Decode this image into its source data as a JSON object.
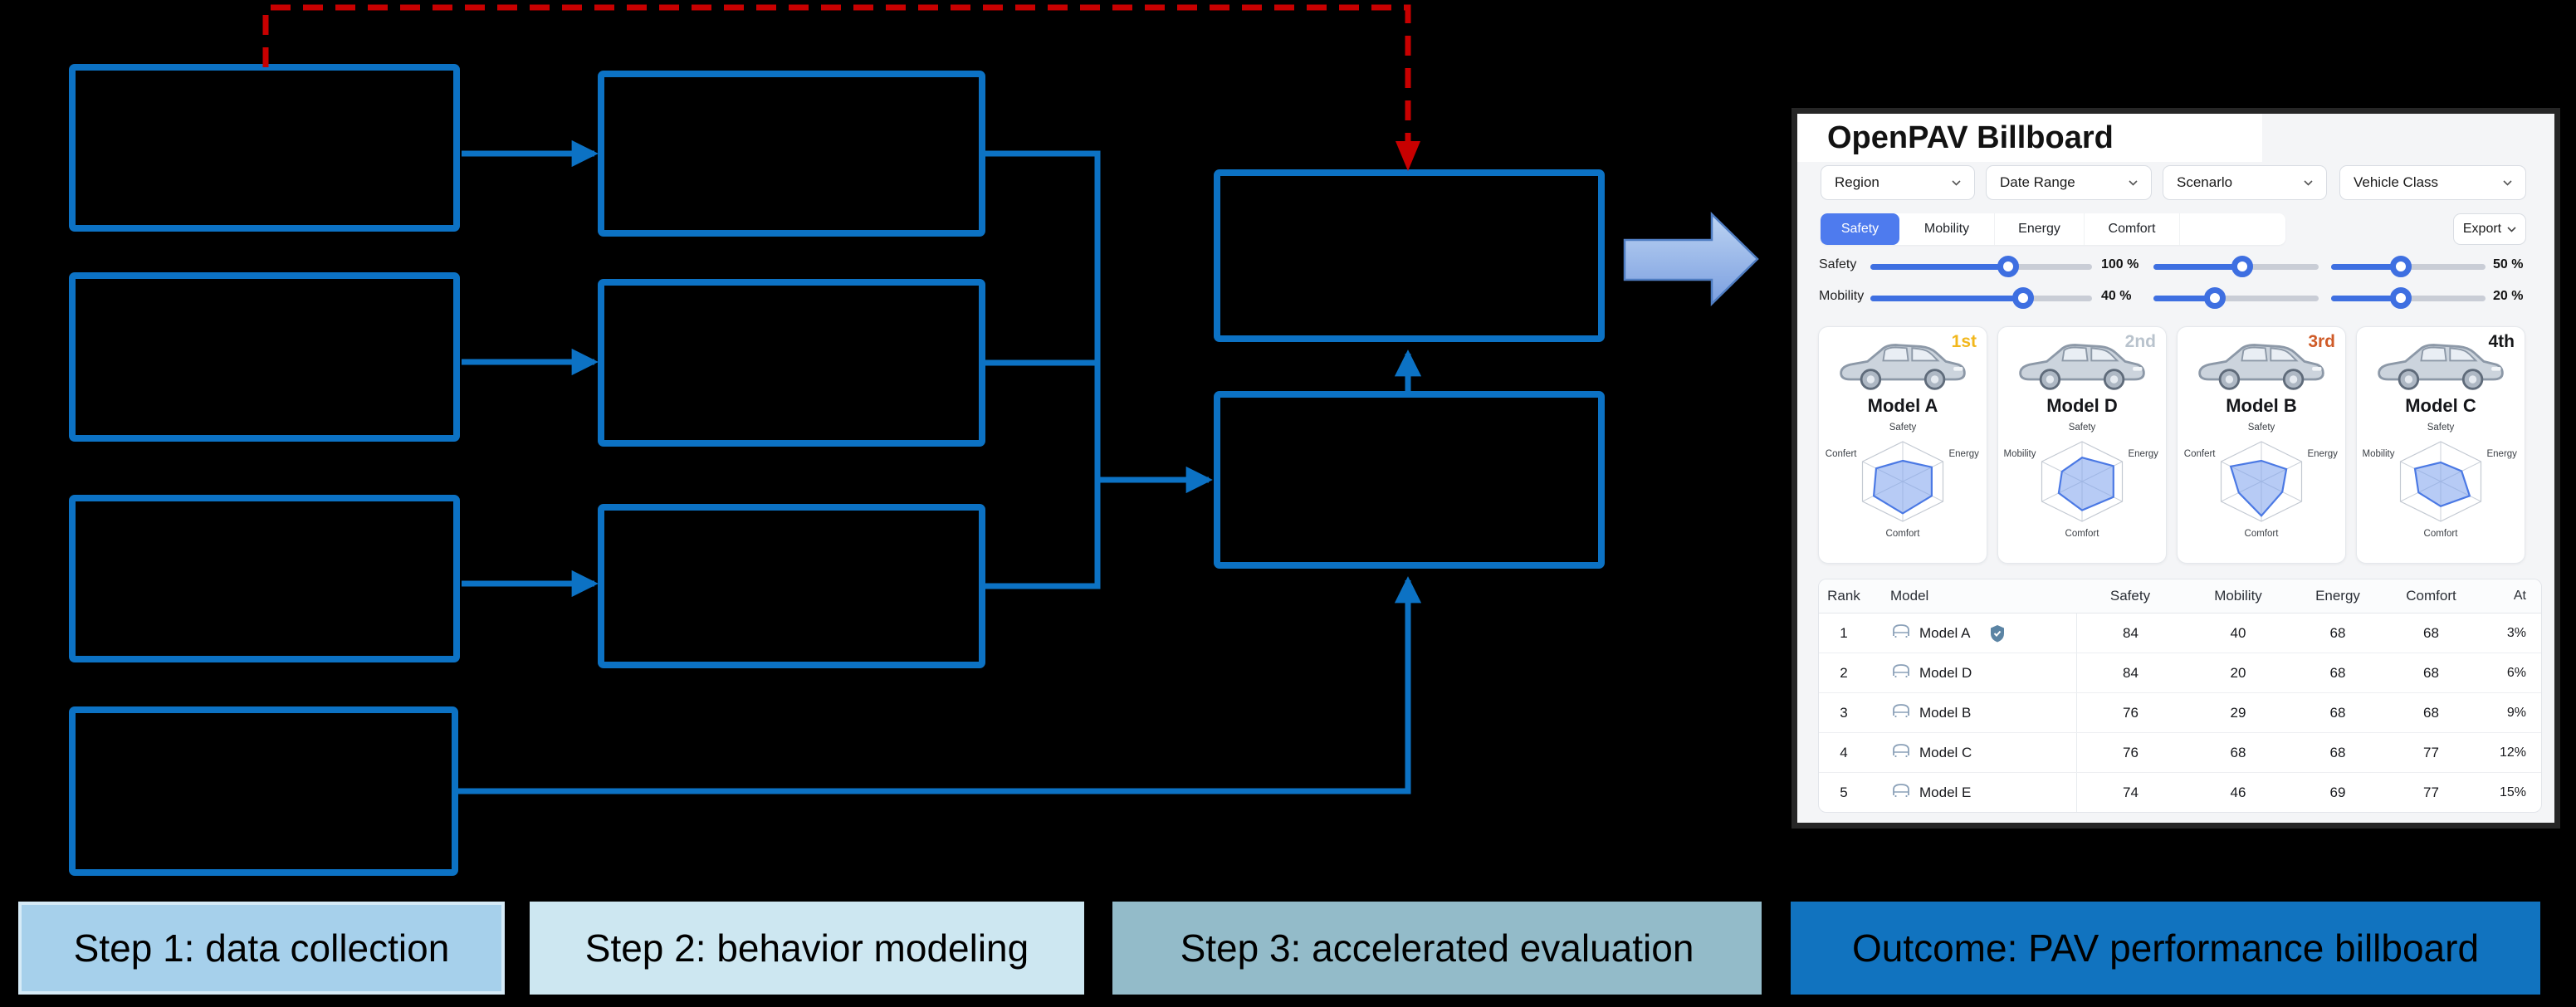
{
  "steps": [
    {
      "label": "Step 1: data collection",
      "bg": "#a6d0eb",
      "border": "#d6ebf7"
    },
    {
      "label": "Step 2: behavior modeling",
      "bg": "#cde7f1",
      "border": "#cde7f1"
    },
    {
      "label": "Step 3: accelerated evaluation",
      "bg": "#93bbc9",
      "border": "#93bbc9"
    },
    {
      "label": "Outcome: PAV performance billboard",
      "bg": "#1173bf",
      "border": "#1173bf"
    }
  ],
  "flow_colors": {
    "box_blue": "#0c72c4",
    "feedback_red": "#c80000",
    "block_arrow_fill_top": "#bcd3f2",
    "block_arrow_fill_bottom": "#7b9fe0",
    "block_arrow_stroke": "#4f7dc2"
  },
  "dashboard": {
    "title": "OpenPAV Billboard",
    "filters": [
      {
        "label": "Region"
      },
      {
        "label": "Date Range"
      },
      {
        "label": "Scenarlo"
      },
      {
        "label": "Vehicle Class"
      }
    ],
    "tabs": [
      {
        "label": "Safety",
        "active": true
      },
      {
        "label": "Mobility",
        "active": false
      },
      {
        "label": "Energy",
        "active": false
      },
      {
        "label": "Comfort",
        "active": false
      }
    ],
    "export_label": "Export",
    "accent": "#4e7bee",
    "slider_rows": [
      {
        "label": "Safety",
        "pct_mid": "100 %",
        "pct_end": "50 %",
        "fracs": [
          0.62,
          0.54,
          0.45
        ]
      },
      {
        "label": "Mobility",
        "pct_mid": "40 %",
        "pct_end": "20 %",
        "fracs": [
          0.69,
          0.37,
          0.45
        ]
      }
    ],
    "cards": [
      {
        "rank": "1st",
        "rank_color": "#f2b71c",
        "name": "Model A",
        "axes": {
          "top": "Safety",
          "right": "Energy",
          "bottom": "Comfort",
          "left": "Confert"
        },
        "radar": [
          0.52,
          0.72,
          0.72,
          0.8,
          0.72,
          0.66
        ]
      },
      {
        "rank": "2nd",
        "rank_color": "#b9c3cd",
        "name": "Model D",
        "axes": {
          "top": "Safety",
          "right": "Energy",
          "bottom": "Comfort",
          "left": "Mobility"
        },
        "radar": [
          0.6,
          0.78,
          0.78,
          0.72,
          0.58,
          0.5
        ]
      },
      {
        "rank": "3rd",
        "rank_color": "#cf5b28",
        "name": "Model B",
        "axes": {
          "top": "Safety",
          "right": "Energy",
          "bottom": "Comfort",
          "left": "Confert"
        },
        "radar": [
          0.52,
          0.62,
          0.52,
          0.86,
          0.56,
          0.76
        ]
      },
      {
        "rank": "4th",
        "rank_color": "#17181a",
        "name": "Model C",
        "axes": {
          "top": "Safety",
          "right": "Energy",
          "bottom": "Comfort",
          "left": "Mobility"
        },
        "radar": [
          0.48,
          0.52,
          0.72,
          0.62,
          0.55,
          0.64
        ]
      }
    ],
    "table": {
      "headers": [
        "Rank",
        "Model",
        "Safety",
        "Mobility",
        "Energy",
        "Comfort",
        "At"
      ],
      "rows": [
        {
          "rank": "1",
          "model": "Model A",
          "verified": true,
          "safety": "84",
          "mobility": "40",
          "energy": "68",
          "comfort": "68",
          "at": "3%"
        },
        {
          "rank": "2",
          "model": "Model D",
          "verified": false,
          "safety": "84",
          "mobility": "20",
          "energy": "68",
          "comfort": "68",
          "at": "6%"
        },
        {
          "rank": "3",
          "model": "Model B",
          "verified": false,
          "safety": "76",
          "mobility": "29",
          "energy": "68",
          "comfort": "68",
          "at": "9%"
        },
        {
          "rank": "4",
          "model": "Model C",
          "verified": false,
          "safety": "76",
          "mobility": "68",
          "energy": "68",
          "comfort": "77",
          "at": "12%"
        },
        {
          "rank": "5",
          "model": "Model E",
          "verified": false,
          "safety": "74",
          "mobility": "46",
          "energy": "69",
          "comfort": "77",
          "at": "15%"
        }
      ]
    }
  }
}
